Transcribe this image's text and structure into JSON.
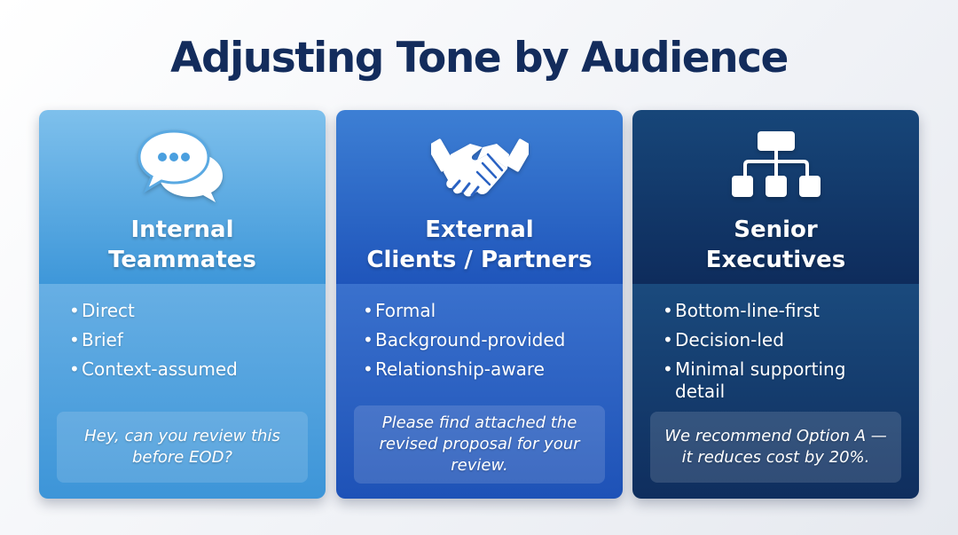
{
  "title": "Adjusting Tone by Audience",
  "cards": [
    {
      "icon": "chat-bubbles-icon",
      "title_line1": "Internal",
      "title_line2": "Teammates",
      "bullets": [
        "Direct",
        "Brief",
        "Context-assumed"
      ],
      "example": "Hey, can you review this before EOD?",
      "colors": {
        "header": "#5aaae4",
        "body": "#52a3e0"
      }
    },
    {
      "icon": "handshake-icon",
      "title_line1": "External",
      "title_line2": "Clients / Partners",
      "bullets": [
        "Formal",
        "Background-provided",
        "Relationship-aware"
      ],
      "example": "Please find attached the revised proposal for your review.",
      "colors": {
        "header": "#2e6ac8",
        "body": "#2b63c2"
      }
    },
    {
      "icon": "org-chart-icon",
      "title_line1": "Senior",
      "title_line2": "Executives",
      "bullets": [
        "Bottom-line-first",
        "Decision-led",
        "Minimal supporting",
        "detail"
      ],
      "example": "We recommend Option A — it reduces cost by 20%.",
      "colors": {
        "header": "#133a6b",
        "body": "#153d6e"
      }
    }
  ],
  "colors": {
    "title": "#132c5c",
    "background": "#f1f3f7"
  }
}
